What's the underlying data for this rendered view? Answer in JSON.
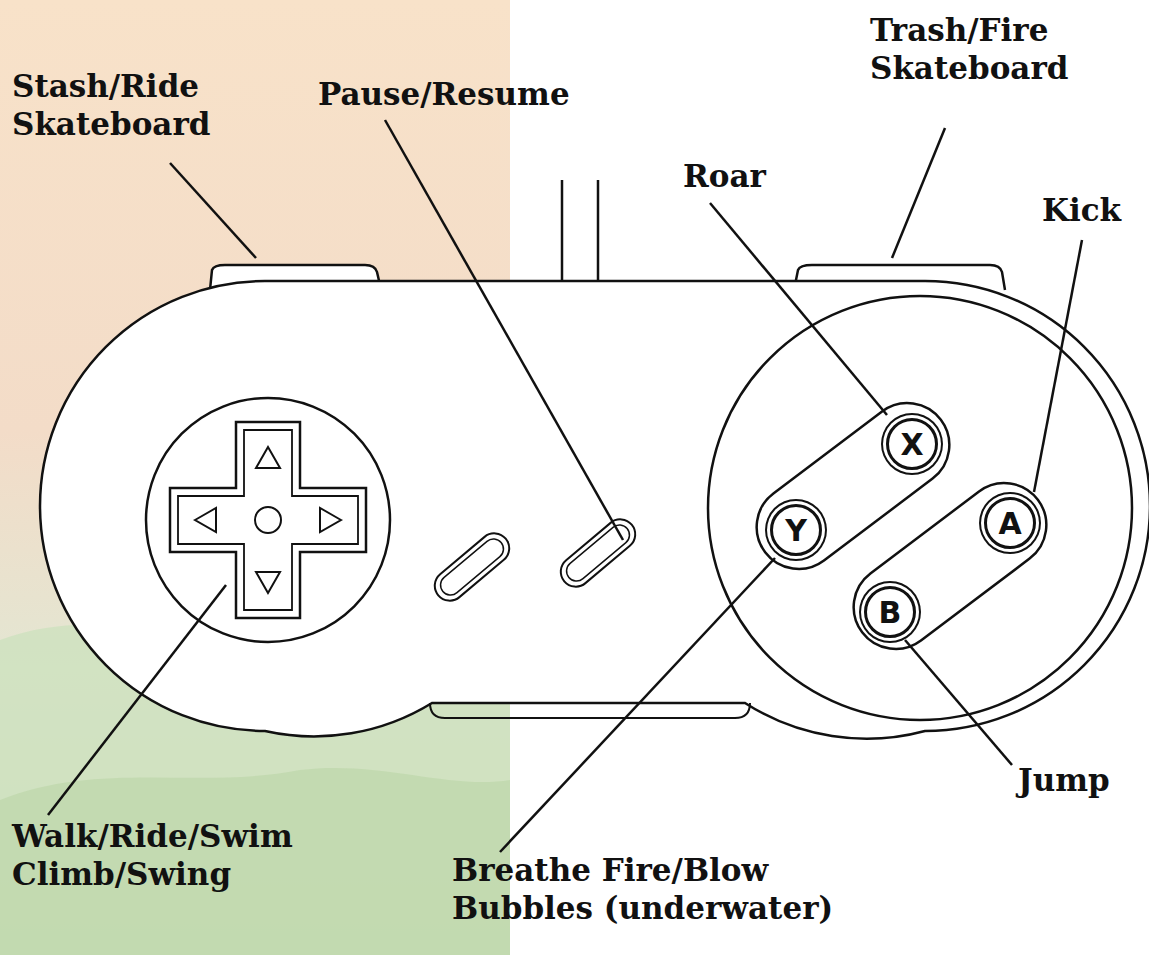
{
  "diagram": {
    "nodes": [
      {
        "text": [
          "X"
        ]
      },
      {
        "text": [
          "Y"
        ]
      },
      {
        "text": [
          "A"
        ]
      },
      {
        "text": [
          "B"
        ]
      }
    ],
    "labels": [
      "Stash/Ride Skateboard",
      "Pause/Resume",
      "Trash/Fire Skateboard",
      "Roar",
      "Kick",
      "Jump",
      "Walk/Ride/Swim Climb/Swing",
      "Breathe Fire/Blow Bubbles (underwater)"
    ]
  }
}
